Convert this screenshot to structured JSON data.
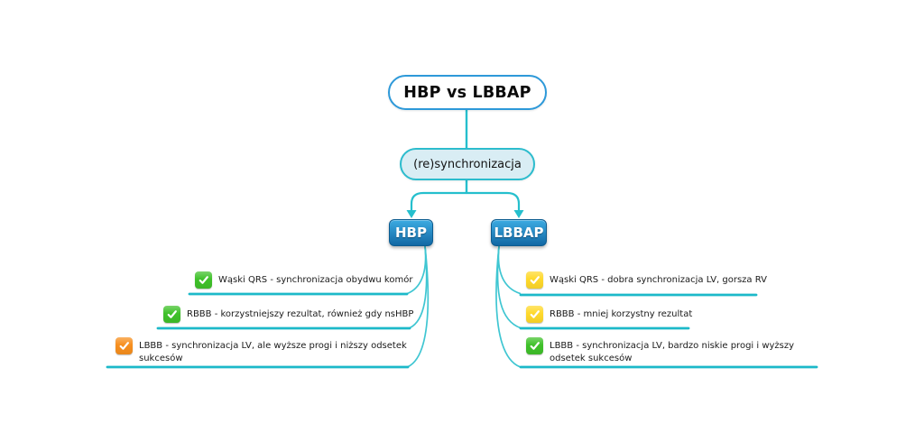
{
  "colors": {
    "connector": "#25bfcd",
    "root_border": "#2d99d9",
    "sync_fill": "#d9edf4",
    "sync_border": "#2cbccd",
    "branch_box_top": "#3cabe2",
    "branch_box_bottom": "#1268a4",
    "check_green": "#3fc12a",
    "check_yellow": "#ffd92b",
    "check_orange": "#f78f1e"
  },
  "root": {
    "label": "HBP vs LBBAP"
  },
  "sync": {
    "label": "(re)synchronizacja"
  },
  "branches": {
    "hbp": {
      "label": "HBP",
      "items": [
        {
          "icon": "check-icon",
          "status": "green",
          "color": "#3fc12a",
          "text": "Wąski QRS - synchronizacja obydwu komór"
        },
        {
          "icon": "check-icon",
          "status": "green",
          "color": "#3fc12a",
          "text": "RBBB - korzystniejszy rezultat, również gdy nsHBP"
        },
        {
          "icon": "check-icon",
          "status": "orange",
          "color": "#f78f1e",
          "text": "LBBB - synchronizacja LV, ale wyższe progi i niższy odsetek sukcesów"
        }
      ]
    },
    "lbbap": {
      "label": "LBBAP",
      "items": [
        {
          "icon": "check-icon",
          "status": "yellow",
          "color": "#ffd92b",
          "text": "Wąski QRS - dobra synchronizacja LV, gorsza RV"
        },
        {
          "icon": "check-icon",
          "status": "yellow",
          "color": "#ffd92b",
          "text": "RBBB - mniej korzystny rezultat"
        },
        {
          "icon": "check-icon",
          "status": "green",
          "color": "#3fc12a",
          "text": "LBBB - synchronizacja LV, bardzo niskie progi i wyższy odsetek sukcesów"
        }
      ]
    }
  }
}
